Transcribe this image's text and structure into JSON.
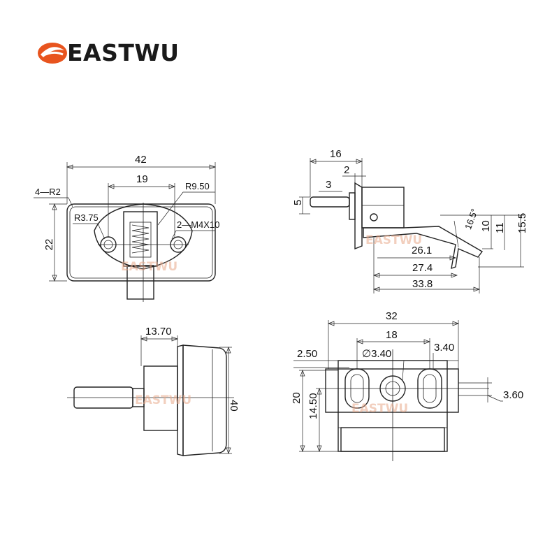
{
  "brand": {
    "name": "EASTWU",
    "accent": "#e8541e"
  },
  "watermark": "EASTWU",
  "front_view": {
    "dims": {
      "width": "42",
      "hole_span": "19",
      "height": "22",
      "corner": "4—R2",
      "radius_large": "R9.50",
      "radius_small": "R3.75",
      "screw": "2—M4X10"
    }
  },
  "side_view": {
    "dims": {
      "d16": "16",
      "d2": "2",
      "d3": "3",
      "d5": "5",
      "d10": "10",
      "d11": "11",
      "d15": "15.5",
      "angle": "16.5°",
      "d26": "26.1",
      "d27": "27.4",
      "d33": "33.8"
    }
  },
  "top_view": {
    "dims": {
      "d13": "13.70",
      "d40": "40"
    }
  },
  "back_view": {
    "dims": {
      "d32": "32",
      "d18": "18",
      "d250": "2.50",
      "dia": "∅3.40",
      "d340": "3.40",
      "d360": "3.60",
      "d20": "20",
      "d1450": "14.50"
    }
  }
}
